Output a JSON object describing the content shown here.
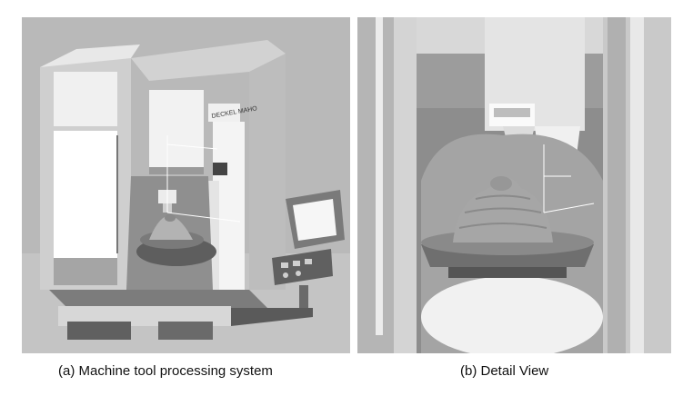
{
  "figure": {
    "panel_a": {
      "caption": "(a) Machine tool processing system",
      "brand_text": "DECKEL MAHO"
    },
    "panel_b": {
      "caption": "(b) Detail View"
    },
    "colors": {
      "background_gray": "#b7b7b7",
      "machine_light": "#e6e6e6",
      "machine_mid": "#a9a9a9",
      "machine_dark": "#555555",
      "workpiece": "#9a9a9a"
    }
  }
}
